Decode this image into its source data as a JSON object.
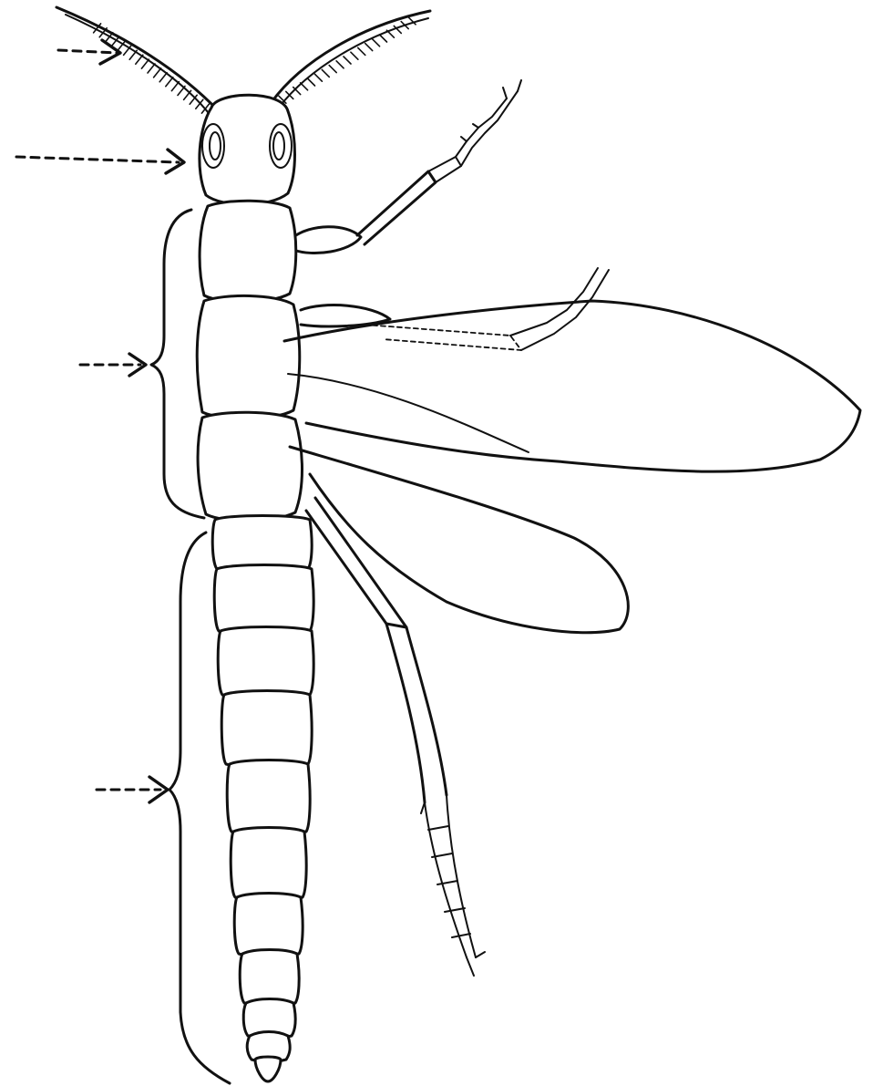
{
  "figure": {
    "subject": "insect",
    "view": "dorsal",
    "colors": {
      "ink": "#111111",
      "background": "#ffffff"
    },
    "label_pointers": [
      {
        "id": "antenna-pointer",
        "target": "antenna"
      },
      {
        "id": "head-pointer",
        "target": "head"
      },
      {
        "id": "thorax-pointer",
        "target": "thorax"
      },
      {
        "id": "abdomen-pointer",
        "target": "abdomen"
      }
    ],
    "body_parts": {
      "abdomen_segments": 11,
      "antennae": 2,
      "legs_visible": 3,
      "wings_visible": 2
    }
  }
}
